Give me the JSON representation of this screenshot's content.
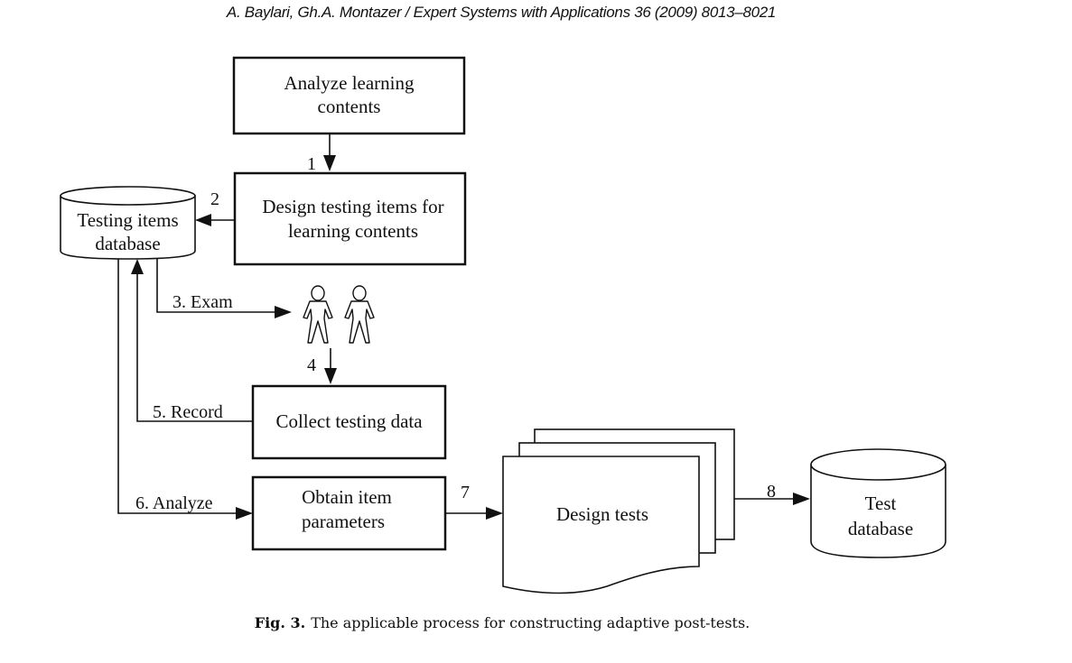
{
  "header": {
    "running_head": "A. Baylari, Gh.A. Montazer / Expert Systems with Applications 36 (2009) 8013–8021"
  },
  "diagram": {
    "nodes": {
      "analyze_learning": {
        "shape": "process",
        "lines": [
          "Analyze learning",
          "contents"
        ]
      },
      "design_items": {
        "shape": "process",
        "lines": [
          "Design testing items for",
          "learning contents"
        ]
      },
      "items_db": {
        "shape": "database",
        "lines": [
          "Testing items",
          "database"
        ]
      },
      "students": {
        "shape": "people",
        "count": 2
      },
      "collect_data": {
        "shape": "process",
        "lines": [
          "Collect testing data"
        ]
      },
      "obtain_params": {
        "shape": "process",
        "lines": [
          "Obtain item",
          "parameters"
        ]
      },
      "design_tests": {
        "shape": "multi-document",
        "lines": [
          "Design tests"
        ]
      },
      "test_db": {
        "shape": "database",
        "lines": [
          "Test",
          "database"
        ]
      }
    },
    "edges": [
      {
        "id": "e1",
        "from": "analyze_learning",
        "to": "design_items",
        "label": "1"
      },
      {
        "id": "e2",
        "from": "design_items",
        "to": "items_db",
        "label": "2"
      },
      {
        "id": "e3",
        "from": "items_db",
        "to": "students",
        "label": "3. Exam"
      },
      {
        "id": "e4",
        "from": "students",
        "to": "collect_data",
        "label": "4"
      },
      {
        "id": "e5",
        "from": "collect_data",
        "to": "items_db",
        "label": "5. Record"
      },
      {
        "id": "e6",
        "from": "items_db",
        "to": "obtain_params",
        "label": "6. Analyze"
      },
      {
        "id": "e7",
        "from": "obtain_params",
        "to": "design_tests",
        "label": "7"
      },
      {
        "id": "e8",
        "from": "design_tests",
        "to": "test_db",
        "label": "8"
      }
    ]
  },
  "caption": {
    "label": "Fig. 3.",
    "text": "The applicable process for constructing adaptive post-tests."
  }
}
